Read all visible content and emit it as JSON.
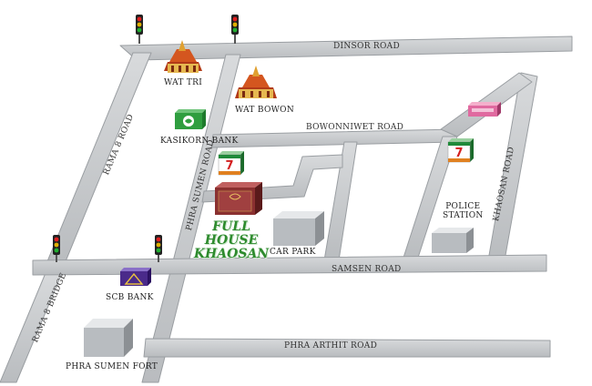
{
  "roads": {
    "dinsor": "Dinsor Road",
    "bowonniwet": "Bowonniwet Road",
    "rama8": "Rama 8 Road",
    "phra_sumen": "Phra Sumen Road",
    "khaosan": "Khaosan Road",
    "samsen": "Samsen Road",
    "rama8_bridge": "Rama 8 Bridge",
    "phra_arthit": "Phra Arthit Road"
  },
  "landmarks": {
    "wat_tri": "Wat Tri",
    "wat_bowon": "Wat Bowon",
    "kasikorn_bank": "Kasikorn Bank",
    "scb_bank": "SCB Bank",
    "car_park": "Car Park",
    "police_station_line1": "Police",
    "police_station_line2": "Station",
    "phra_sumen_fort": "Phra Sumen Fort"
  },
  "hotel": {
    "name_line1": "Full House",
    "name_line2": "Khaosan"
  },
  "colors": {
    "road_fill": "#c9ccce",
    "road_edge": "#9a9ea2",
    "hotel_green": "#2e8b2e",
    "seven_eleven_green": "#1f8a3a",
    "seven_eleven_red": "#d42020",
    "scb_purple": "#4a2a8a",
    "kasikorn_green": "#2f9e3f",
    "shop_pink": "#e06aa0",
    "hotel_sign": "#8a3030"
  },
  "icons": [
    "traffic-light-icon",
    "temple-icon",
    "bank-icon",
    "seven-eleven-icon",
    "building-icon",
    "hotel-sign-icon",
    "shop-icon"
  ]
}
